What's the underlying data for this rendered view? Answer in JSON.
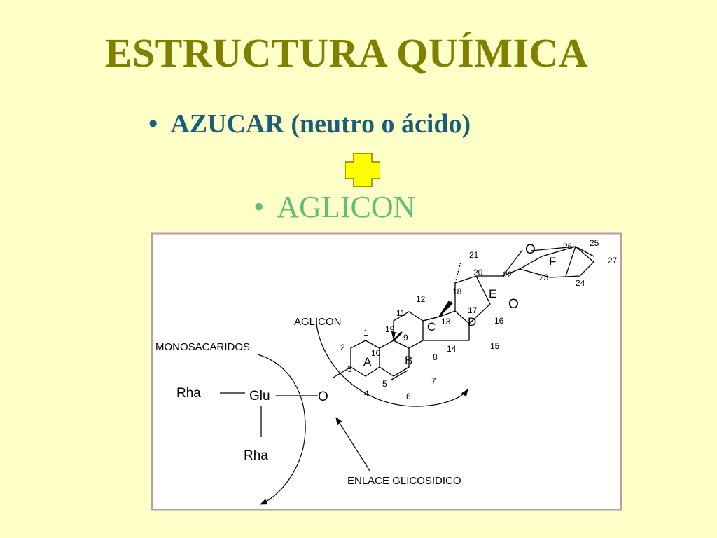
{
  "slide": {
    "title": "ESTRUCTURA QUÍMICA",
    "bullets": [
      {
        "marker": "•",
        "text": "AZUCAR  (neutro o ácido)",
        "color": "#1a5f7a"
      },
      {
        "marker": "•",
        "text": "AGLICON",
        "color": "#5fbe79"
      }
    ],
    "plus_icon_color": "#ffff00"
  },
  "diagram": {
    "captions": {
      "aglicon": "AGLICON",
      "monosacaridos": "MONOSACARIDOS",
      "enlace": "ENLACE GLICOSIDICO"
    },
    "sugars": {
      "left": "Rha",
      "center": "Glu",
      "bottom": "Rha",
      "oxygen": "O"
    },
    "rings": [
      "A",
      "B",
      "C",
      "D",
      "E",
      "F"
    ],
    "ring_oxygens": [
      "O",
      "O"
    ],
    "atom_numbers": [
      "1",
      "2",
      "3",
      "4",
      "5",
      "6",
      "7",
      "8",
      "9",
      "10",
      "11",
      "12",
      "13",
      "14",
      "15",
      "16",
      "17",
      "18",
      "19",
      "20",
      "21",
      "22",
      "23",
      "24",
      "25",
      "26",
      "27"
    ]
  }
}
